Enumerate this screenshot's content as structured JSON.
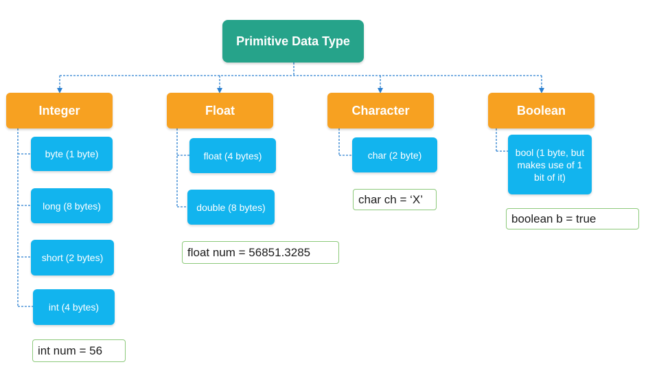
{
  "root": {
    "label": "Primitive Data Type"
  },
  "categories": [
    {
      "label": "Integer",
      "types": [
        "byte (1 byte)",
        "long (8 bytes)",
        "short (2 bytes)",
        "int (4 bytes)"
      ],
      "example": "int num = 56"
    },
    {
      "label": "Float",
      "types": [
        "float (4 bytes)",
        "double (8 bytes)"
      ],
      "example": "float num = 56851.3285"
    },
    {
      "label": "Character",
      "types": [
        "char (2 byte)"
      ],
      "example": "char ch = ‘X’"
    },
    {
      "label": "Boolean",
      "types": [
        "bool (1 byte, but makes use of 1 bit of it)"
      ],
      "example": "boolean b = true"
    }
  ],
  "colors": {
    "root": "#26a38a",
    "category": "#f7a121",
    "type": "#12b4ee",
    "example_border": "#8cc97a",
    "connector": "#2a7fd0"
  }
}
